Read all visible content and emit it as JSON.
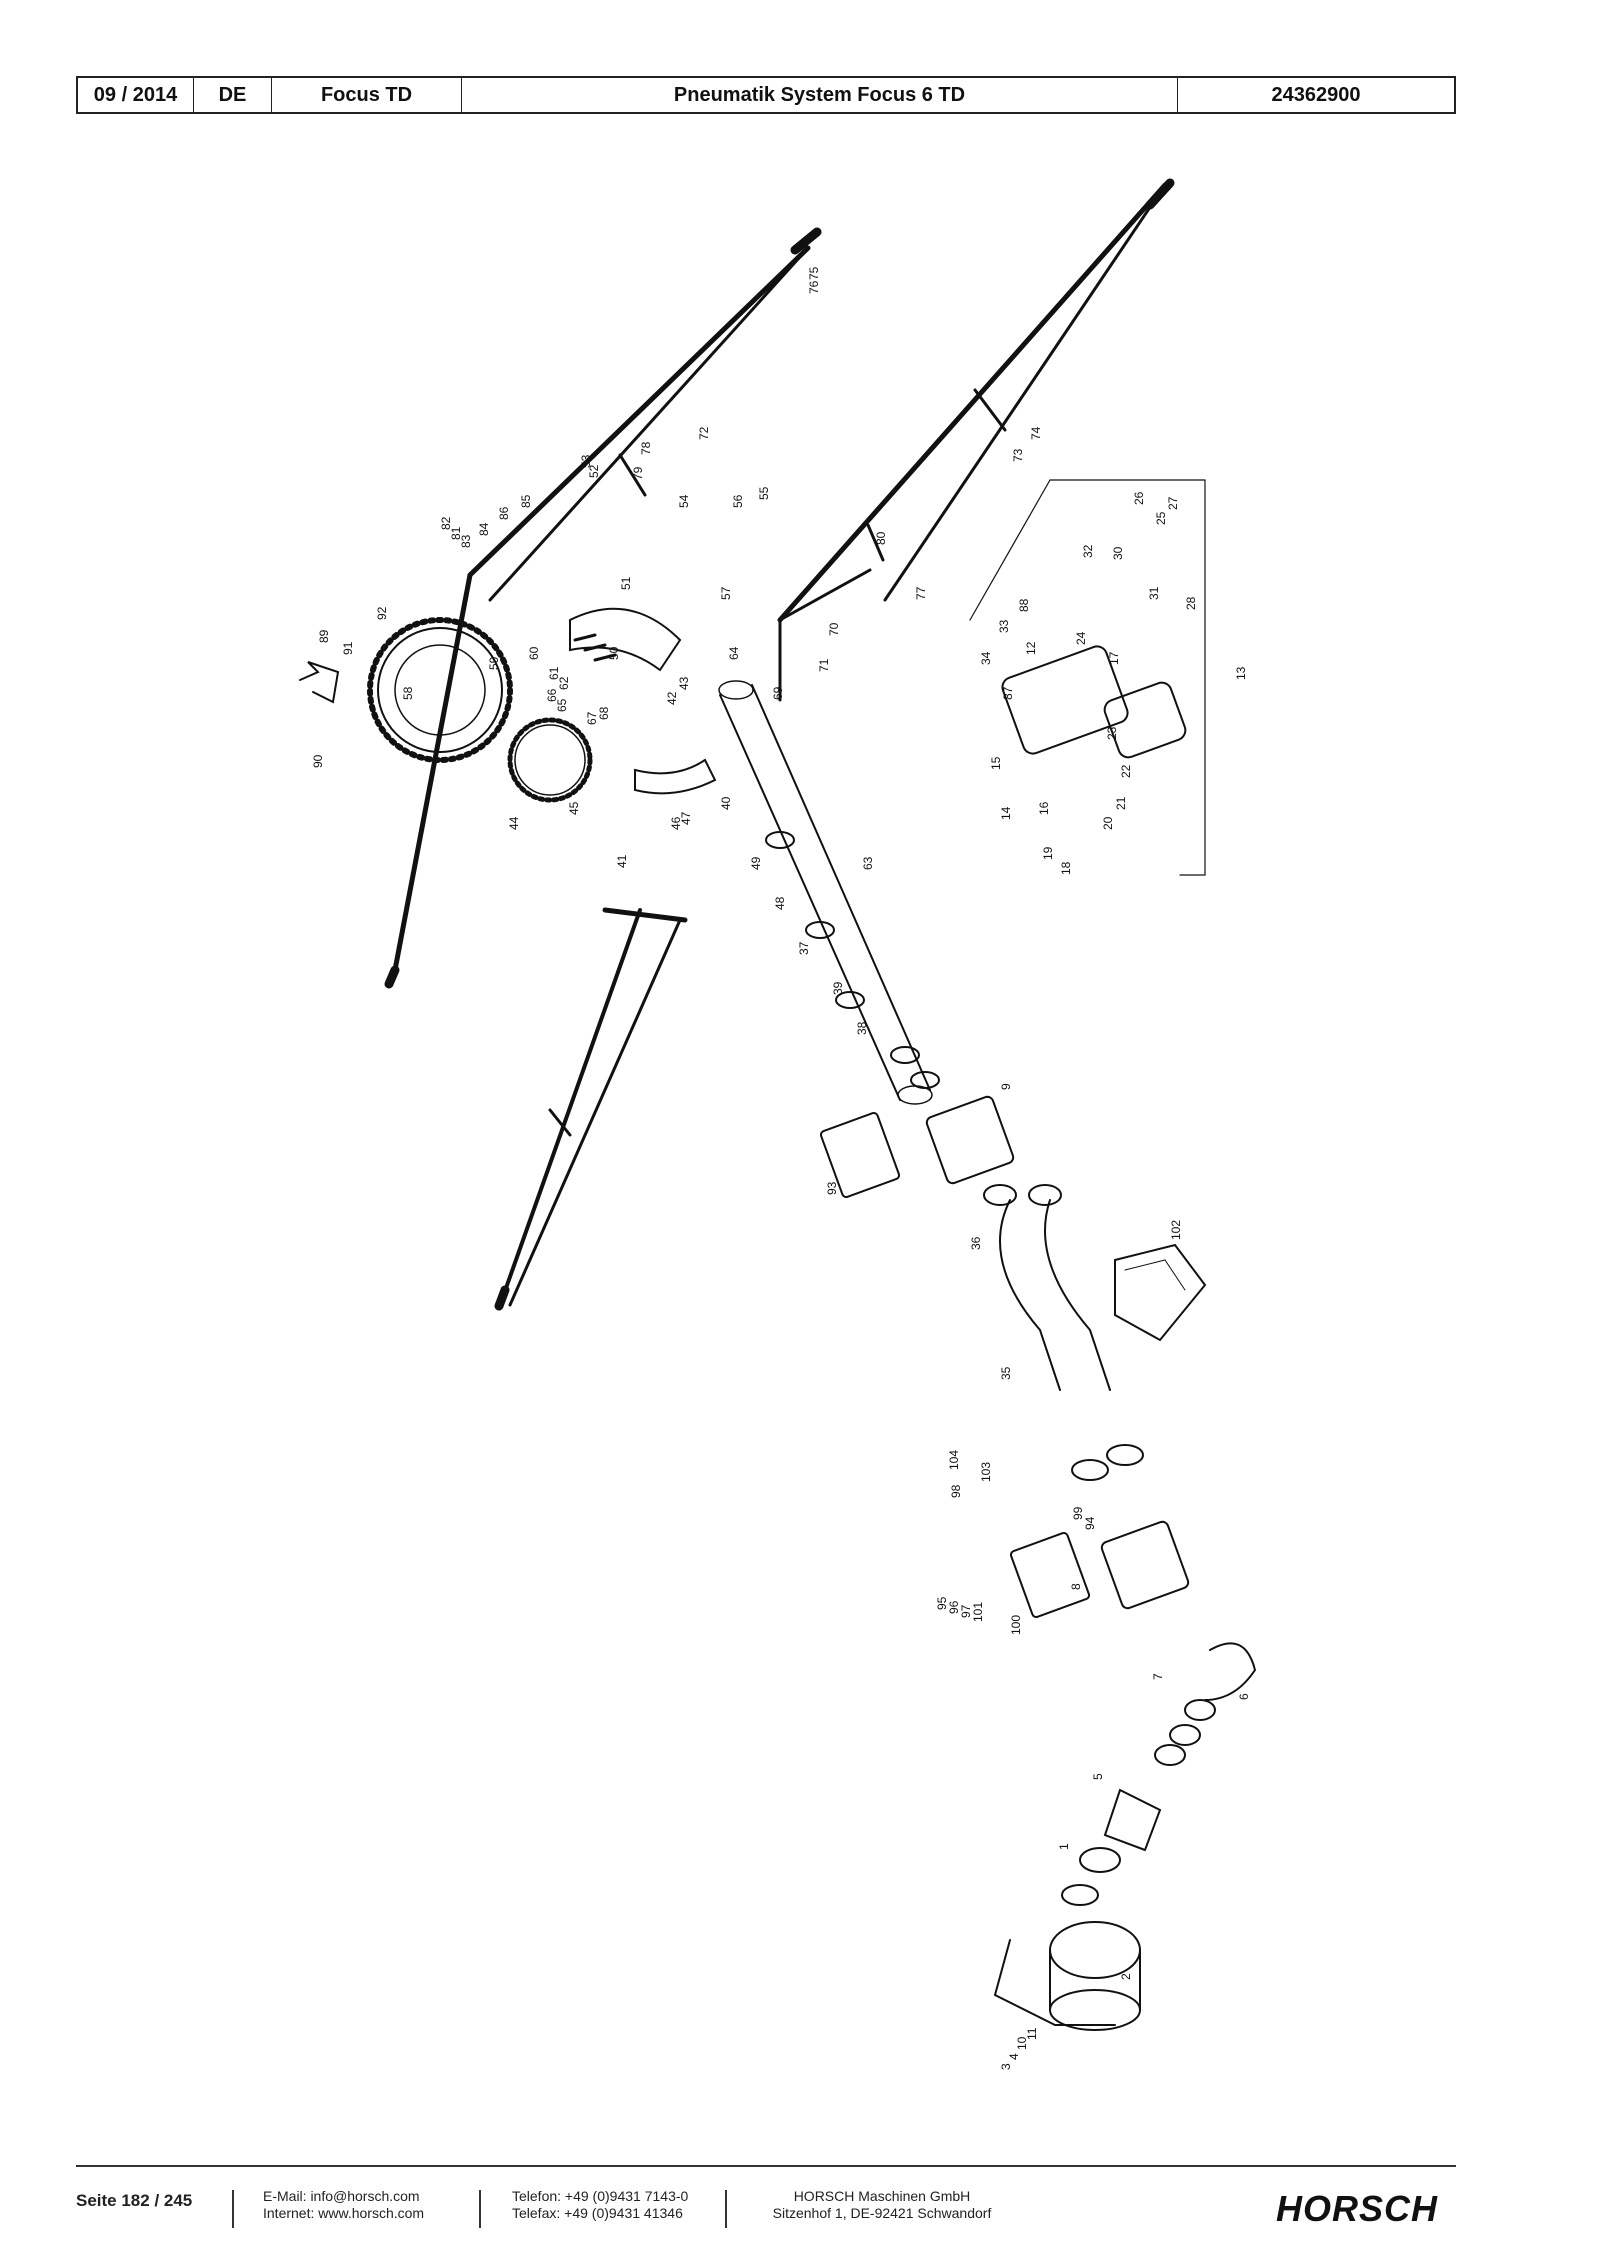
{
  "header": {
    "date": "09 / 2014",
    "lang": "DE",
    "model": "Focus TD",
    "title": "Pneumatik System Focus 6 TD",
    "number": "24362900"
  },
  "drawing": {
    "labels": [
      "75",
      "76",
      "72",
      "79",
      "78",
      "53",
      "52",
      "54",
      "55",
      "56",
      "57",
      "51",
      "50",
      "61",
      "62",
      "60",
      "59",
      "58",
      "92",
      "82",
      "81",
      "83",
      "84",
      "86",
      "85",
      "80",
      "73",
      "74",
      "77",
      "71",
      "70",
      "69",
      "64",
      "63",
      "66",
      "65",
      "67",
      "68",
      "42",
      "43",
      "44",
      "45",
      "46",
      "47",
      "41",
      "40",
      "49",
      "48",
      "37",
      "39",
      "38",
      "9",
      "93",
      "36",
      "35",
      "102",
      "104",
      "103",
      "98",
      "99",
      "94",
      "95",
      "96",
      "97",
      "101",
      "100",
      "8",
      "7",
      "6",
      "5",
      "1",
      "2",
      "3",
      "4",
      "10",
      "11",
      "12",
      "13",
      "14",
      "15",
      "16",
      "17",
      "18",
      "19",
      "20",
      "21",
      "22",
      "23",
      "24",
      "25",
      "26",
      "27",
      "28",
      "30",
      "31",
      "32",
      "33",
      "34",
      "87",
      "88",
      "89",
      "90",
      "91"
    ]
  },
  "footer": {
    "page": "Seite 182 / 245",
    "email": "E-Mail: info@horsch.com",
    "internet": "Internet: www.horsch.com",
    "phone": "Telefon: +49 (0)9431 7143-0",
    "fax": "Telefax: +49 (0)9431 41346",
    "company": "HORSCH Maschinen GmbH",
    "address": "Sitzenhof 1, DE-92421 Schwandorf",
    "logo": "HORSCH"
  }
}
